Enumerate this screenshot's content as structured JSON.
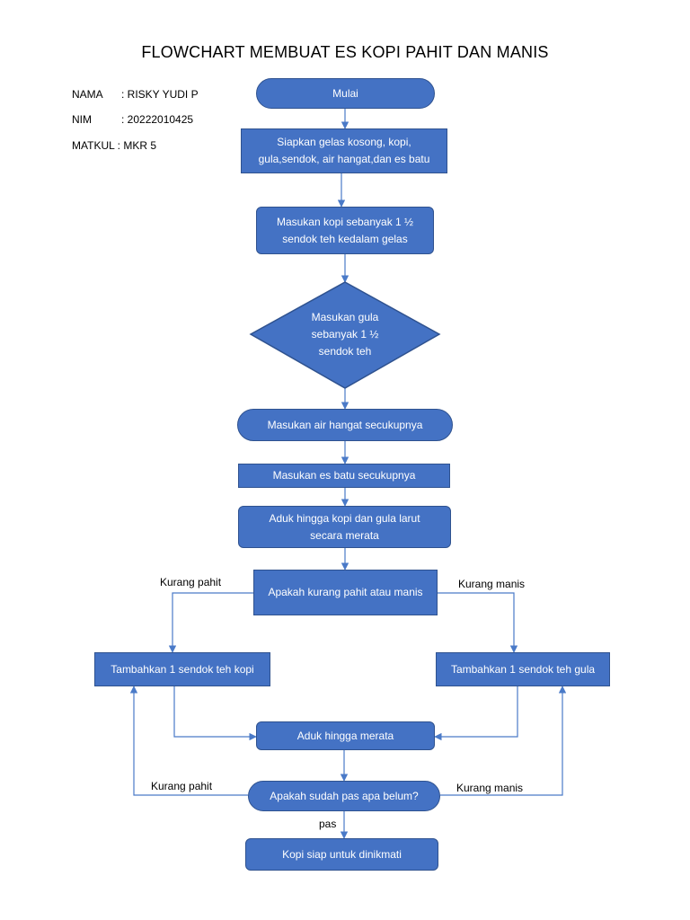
{
  "title": "FLOWCHART MEMBUAT ES KOPI PAHIT DAN MANIS",
  "info": [
    {
      "key": "NAMA",
      "value": ": RISKY YUDI P"
    },
    {
      "key": "NIM",
      "value": ": 20222010425"
    },
    {
      "key": "MATKUL",
      "value": "MATKUL : MKR 5"
    }
  ],
  "nodes": {
    "start": "Mulai",
    "prepare": "Siapkan gelas kosong, kopi, gula,sendok, air hangat,dan es batu",
    "coffee": "Masukan kopi sebanyak  1 ½ sendok teh kedalam gelas",
    "sugar": "Masukan gula sebanyak 1  ½ sendok teh",
    "water": "Masukan air hangat secukupnya",
    "ice": "Masukan es batu secukupnya",
    "stir": "Aduk hingga kopi dan gula larut secara merata",
    "question1": "Apakah kurang pahit atau manis",
    "add_coffee": "Tambahkan 1 sendok teh kopi",
    "add_sugar": "Tambahkan 1 sendok teh gula",
    "stir2": "Aduk hingga merata",
    "question2": "Apakah sudah pas apa belum?",
    "end": "Kopi siap untuk dinikmati"
  },
  "edge_labels": {
    "q1_left": "Kurang pahit",
    "q1_right": "Kurang manis",
    "q2_left": "Kurang pahit",
    "q2_right": "Kurang manis",
    "q2_down": "pas"
  },
  "colors": {
    "node_fill": "#4472c4",
    "node_border": "#2f528f",
    "edge": "#4a7ac8"
  }
}
